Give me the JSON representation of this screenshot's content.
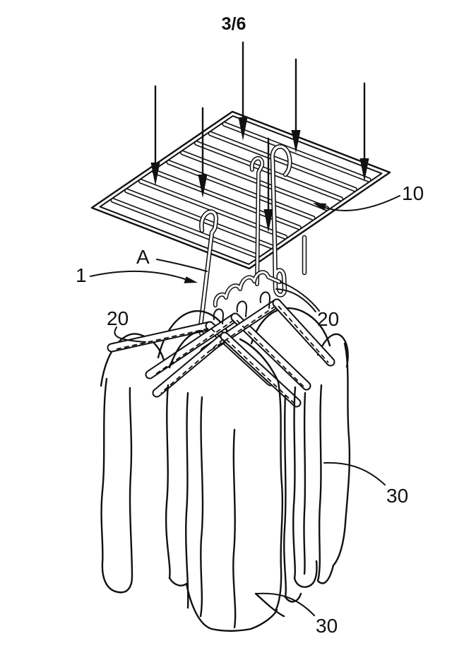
{
  "figure": {
    "page_label": "3/6",
    "ink_color": "#111111",
    "background_color": "#ffffff",
    "labels": {
      "rack": "10",
      "region": "A",
      "hook": "1",
      "hanger_left": "20",
      "hanger_right": "20",
      "garment_right": "30",
      "garment_bottom": "30"
    }
  }
}
